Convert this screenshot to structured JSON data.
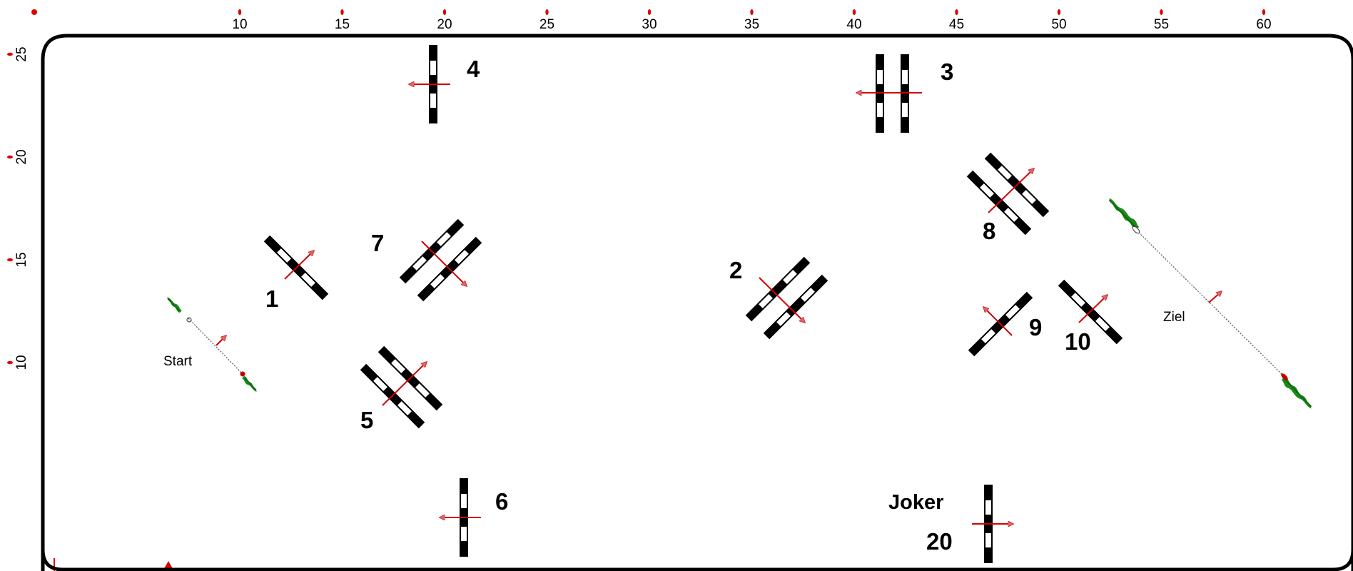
{
  "axis": {
    "x_ticks": [
      "10",
      "15",
      "20",
      "25",
      "30",
      "35",
      "40",
      "45",
      "50",
      "55",
      "60"
    ],
    "y_ticks": [
      "25",
      "20",
      "15",
      "10"
    ]
  },
  "colors": {
    "arena_border": "#000000",
    "obstacle": "#000000",
    "arrow": "#d40000",
    "tick_dot": "#e00000",
    "flag": "#1a8a1a"
  },
  "obstacles": [
    {
      "label": "1"
    },
    {
      "label": "2"
    },
    {
      "label": "3"
    },
    {
      "label": "4"
    },
    {
      "label": "5"
    },
    {
      "label": "6"
    },
    {
      "label": "7"
    },
    {
      "label": "8"
    },
    {
      "label": "9"
    },
    {
      "label": "10"
    },
    {
      "label": "Joker",
      "points": "20"
    }
  ],
  "start_label": "Start",
  "finish_label": "Ziel"
}
